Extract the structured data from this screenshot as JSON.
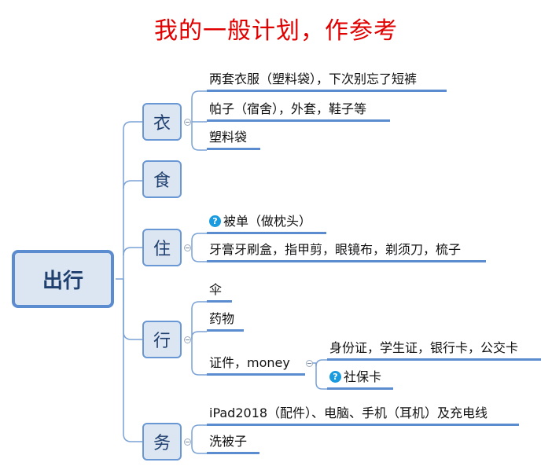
{
  "title": "我的一般计划，作参考",
  "root": "出行",
  "categories": [
    {
      "label": "衣",
      "items": [
        "两套衣服（塑料袋），下次别忘了短裤",
        "帕子（宿舍），外套，鞋子等",
        "塑料袋"
      ]
    },
    {
      "label": "食",
      "items": []
    },
    {
      "label": "住",
      "items": [
        "被单（做枕头）",
        "牙膏牙刷盒，指甲剪，眼镜布，剃须刀，梳子"
      ]
    },
    {
      "label": "行",
      "items": [
        "伞",
        "药物",
        "证件，money"
      ],
      "subitems": [
        "身份证，学生证，银行卡，公交卡",
        "社保卡"
      ]
    },
    {
      "label": "务",
      "items": [
        "iPad2018（配件）、电脑、手机（耳机）及充电线",
        "洗被子"
      ]
    }
  ],
  "icons": {
    "question": "question-icon",
    "collapse": "collapse-toggle"
  },
  "question_glyph": "?",
  "colors": {
    "title": "#e00000",
    "node_fill": "#dce6f2",
    "node_border": "#5b8ccf",
    "line": "#5b8ccf",
    "question_icon": "#1a9be0"
  }
}
